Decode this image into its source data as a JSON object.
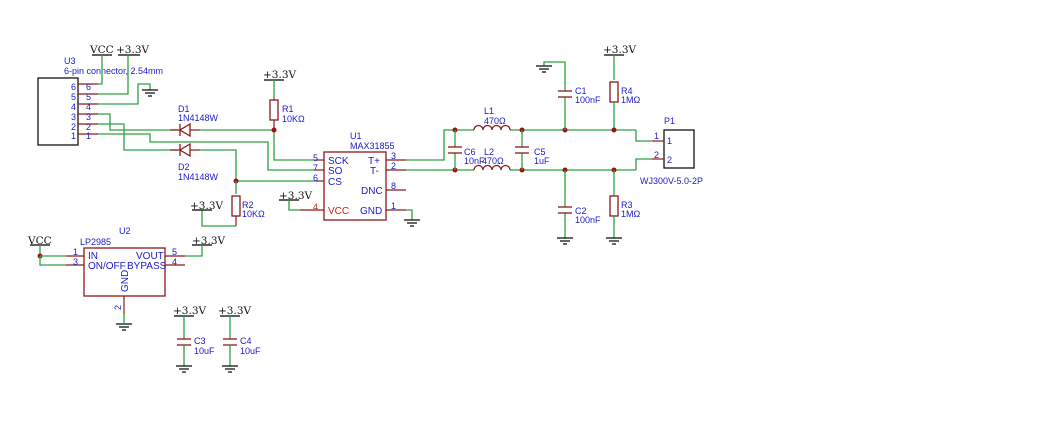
{
  "power": {
    "vcc": "VCC",
    "v33": "+3.3V"
  },
  "u3": {
    "ref": "U3",
    "value": "6-pin connector, 2.54mm",
    "pins": [
      "6",
      "5",
      "4",
      "3",
      "2",
      "1"
    ]
  },
  "d1": {
    "ref": "D1",
    "value": "1N4148W"
  },
  "d2": {
    "ref": "D2",
    "value": "1N4148W"
  },
  "r1": {
    "ref": "R1",
    "value": "10KΩ"
  },
  "r2": {
    "ref": "R2",
    "value": "10KΩ"
  },
  "r3": {
    "ref": "R3",
    "value": "1MΩ"
  },
  "r4": {
    "ref": "R4",
    "value": "1MΩ"
  },
  "u1": {
    "ref": "U1",
    "value": "MAX31855",
    "left_pins": [
      {
        "num": "5",
        "name": "SCK"
      },
      {
        "num": "7",
        "name": "SO"
      },
      {
        "num": "6",
        "name": "CS"
      },
      {
        "num": "4",
        "name": "VCC"
      }
    ],
    "right_pins": [
      {
        "num": "3",
        "name": "T+"
      },
      {
        "num": "2",
        "name": "T-"
      },
      {
        "num": "8",
        "name": "DNC"
      },
      {
        "num": "1",
        "name": "GND"
      }
    ]
  },
  "u2": {
    "ref": "U2",
    "value": "LP2985",
    "left_pins": [
      {
        "num": "1",
        "name": "IN"
      },
      {
        "num": "3",
        "name": "ON/OFF"
      }
    ],
    "right_pins": [
      {
        "num": "5",
        "name": "VOUT"
      },
      {
        "num": "4",
        "name": "BYPASS"
      }
    ],
    "bottom_pin": {
      "num": "2",
      "name": "GND"
    }
  },
  "l1": {
    "ref": "L1",
    "value": "470Ω"
  },
  "l2": {
    "ref": "L2",
    "value": "470Ω"
  },
  "c1": {
    "ref": "C1",
    "value": "100nF"
  },
  "c2": {
    "ref": "C2",
    "value": "100nF"
  },
  "c3": {
    "ref": "C3",
    "value": "10uF"
  },
  "c4": {
    "ref": "C4",
    "value": "10uF"
  },
  "c5": {
    "ref": "C5",
    "value": "1uF"
  },
  "c6": {
    "ref": "C6",
    "value": "10nF"
  },
  "p1": {
    "ref": "P1",
    "value": "WJ300V-5.0-2P",
    "pins": [
      "1",
      "2"
    ]
  }
}
